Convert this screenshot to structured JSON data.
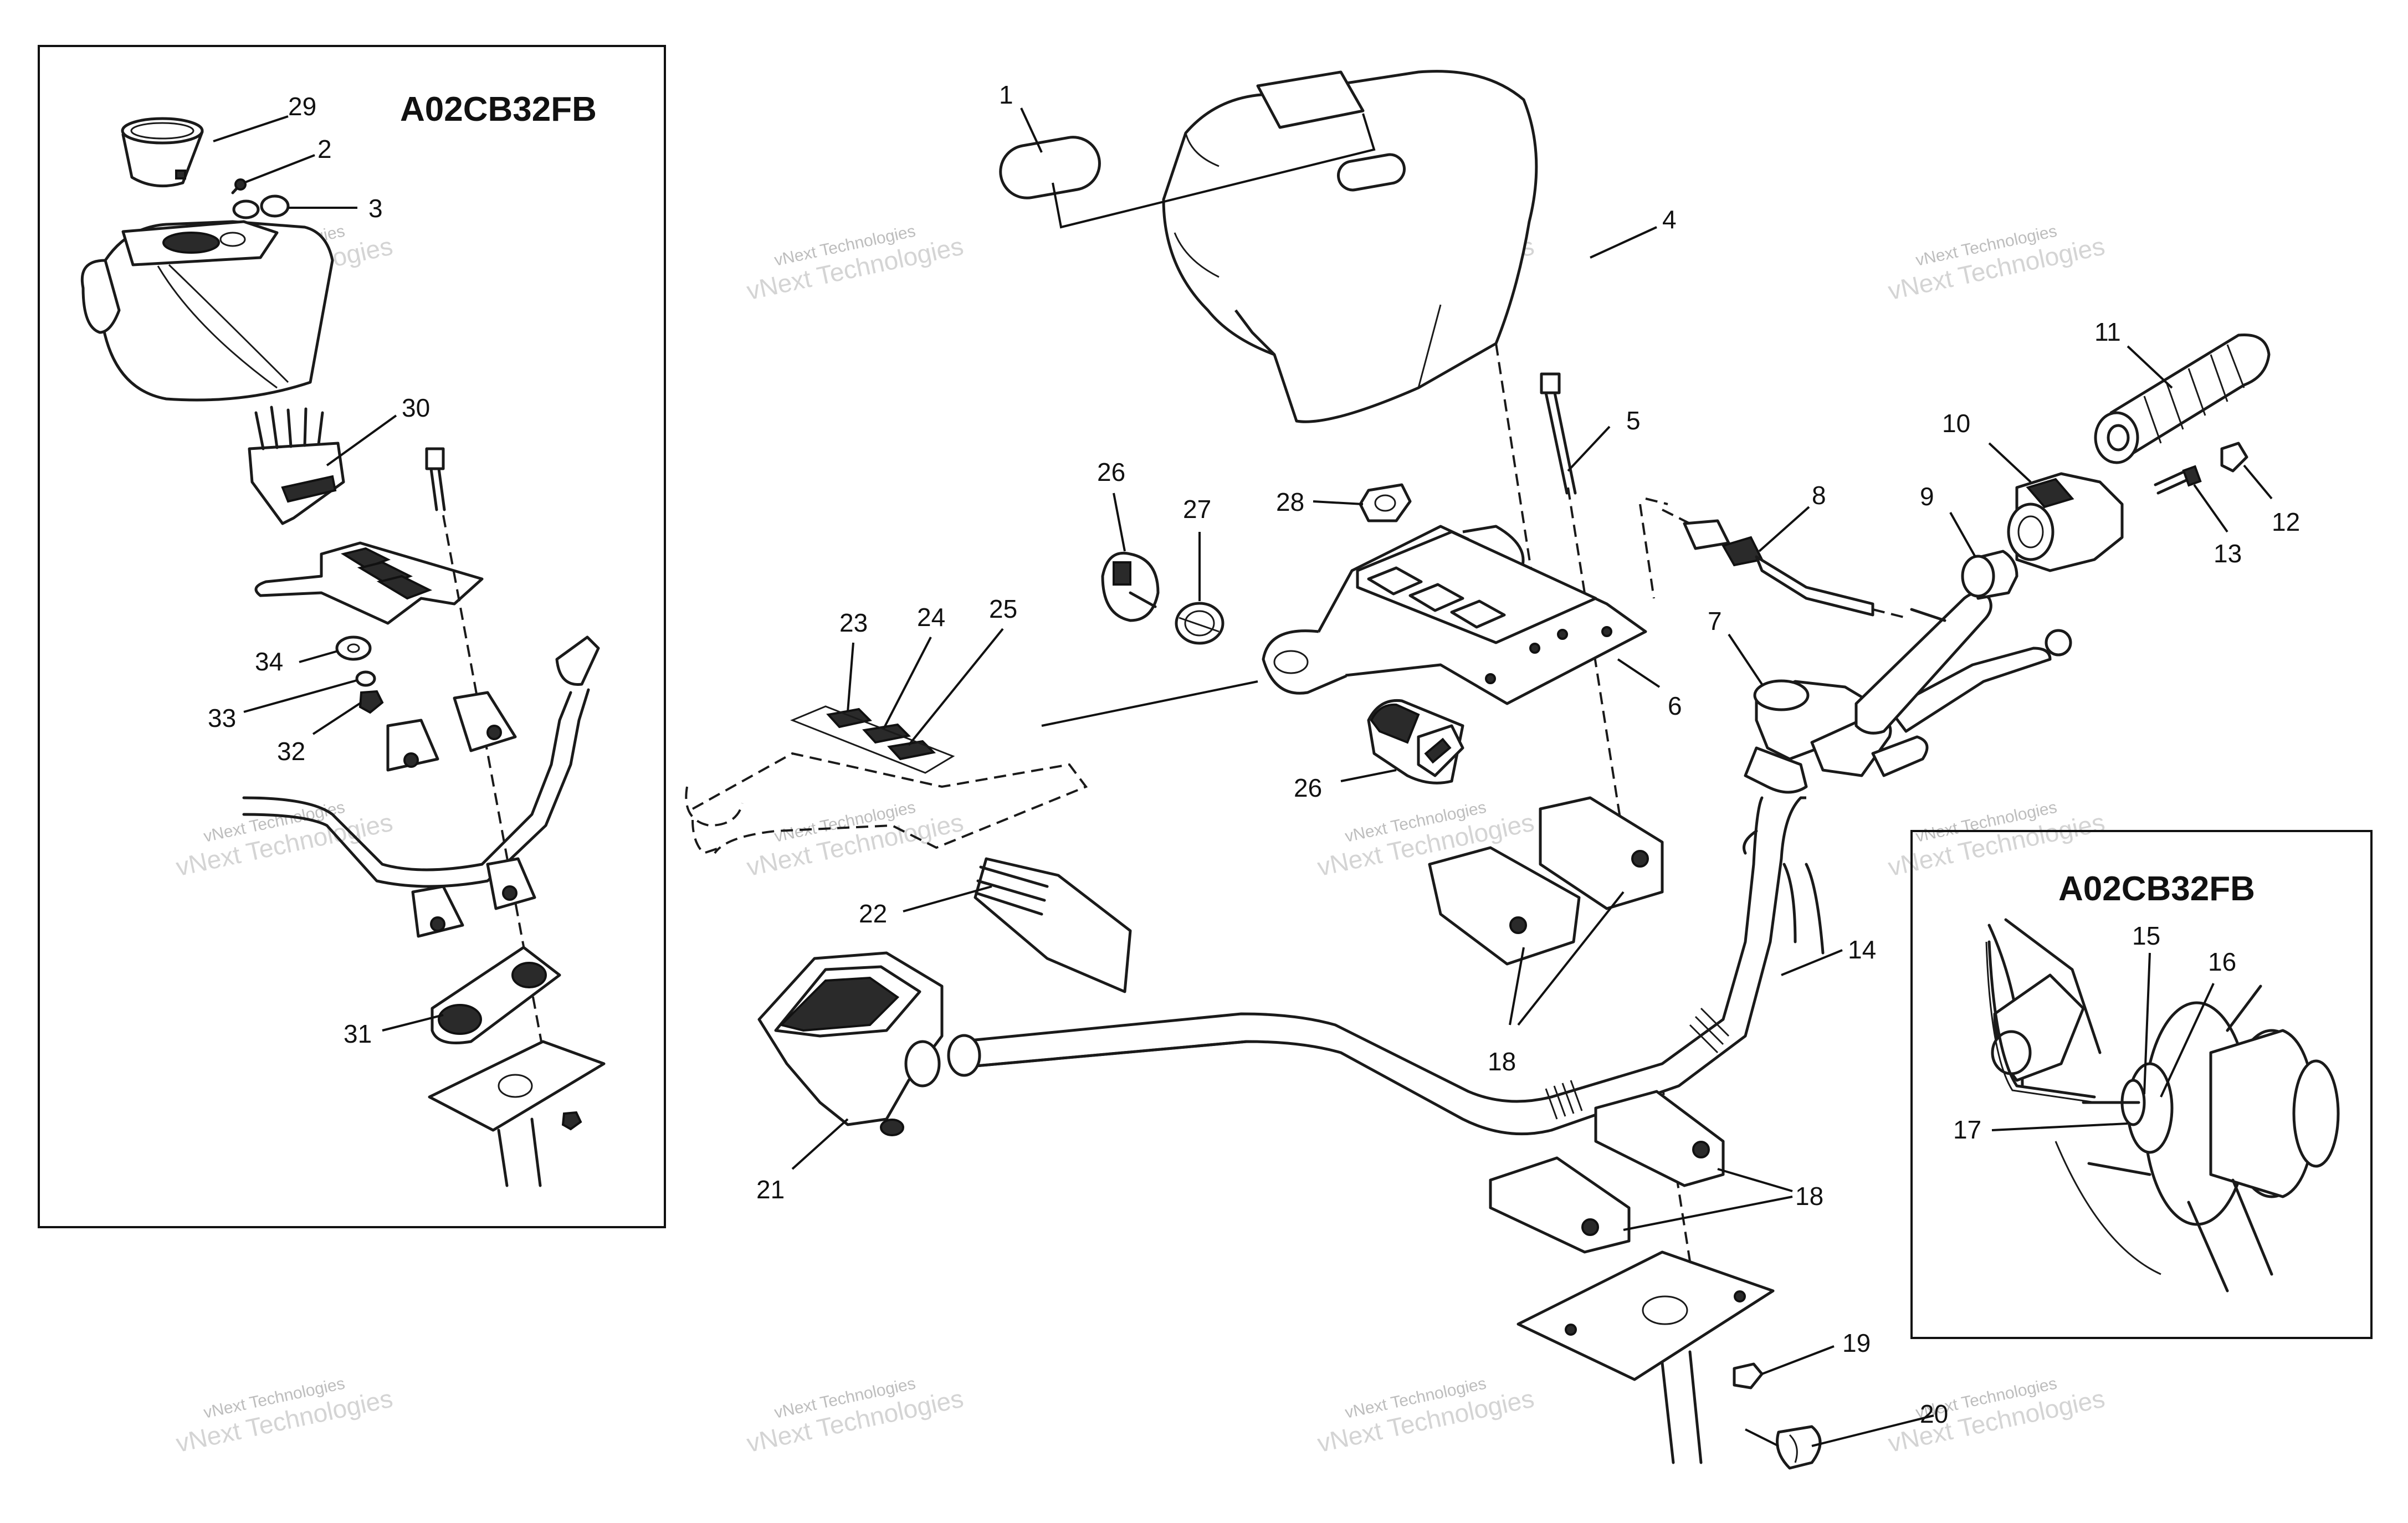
{
  "left_box": {
    "title": "A02CB32FB"
  },
  "right_box": {
    "title": "A02CB32FB"
  },
  "watermark": {
    "line1": "vNext Technologies",
    "line2": "vNext Technologies"
  },
  "callouts": [
    {
      "id": "c1",
      "label": "1"
    },
    {
      "id": "c2",
      "label": "2"
    },
    {
      "id": "c3",
      "label": "3"
    },
    {
      "id": "c4",
      "label": "4"
    },
    {
      "id": "c5",
      "label": "5"
    },
    {
      "id": "c6",
      "label": "6"
    },
    {
      "id": "c7",
      "label": "7"
    },
    {
      "id": "c8",
      "label": "8"
    },
    {
      "id": "c9",
      "label": "9"
    },
    {
      "id": "c10",
      "label": "10"
    },
    {
      "id": "c11",
      "label": "11"
    },
    {
      "id": "c12",
      "label": "12"
    },
    {
      "id": "c13",
      "label": "13"
    },
    {
      "id": "c14",
      "label": "14"
    },
    {
      "id": "c15",
      "label": "15"
    },
    {
      "id": "c16",
      "label": "16"
    },
    {
      "id": "c17",
      "label": "17"
    },
    {
      "id": "c18a",
      "label": "18"
    },
    {
      "id": "c18b",
      "label": "18"
    },
    {
      "id": "c19",
      "label": "19"
    },
    {
      "id": "c20",
      "label": "20"
    },
    {
      "id": "c21",
      "label": "21"
    },
    {
      "id": "c22",
      "label": "22"
    },
    {
      "id": "c23",
      "label": "23"
    },
    {
      "id": "c24",
      "label": "24"
    },
    {
      "id": "c25",
      "label": "25"
    },
    {
      "id": "c26a",
      "label": "26"
    },
    {
      "id": "c26b",
      "label": "26"
    },
    {
      "id": "c27",
      "label": "27"
    },
    {
      "id": "c28",
      "label": "28"
    },
    {
      "id": "c29",
      "label": "29"
    },
    {
      "id": "c30",
      "label": "30"
    },
    {
      "id": "c31",
      "label": "31"
    },
    {
      "id": "c32",
      "label": "32"
    },
    {
      "id": "c33",
      "label": "33"
    },
    {
      "id": "c34",
      "label": "34"
    }
  ]
}
